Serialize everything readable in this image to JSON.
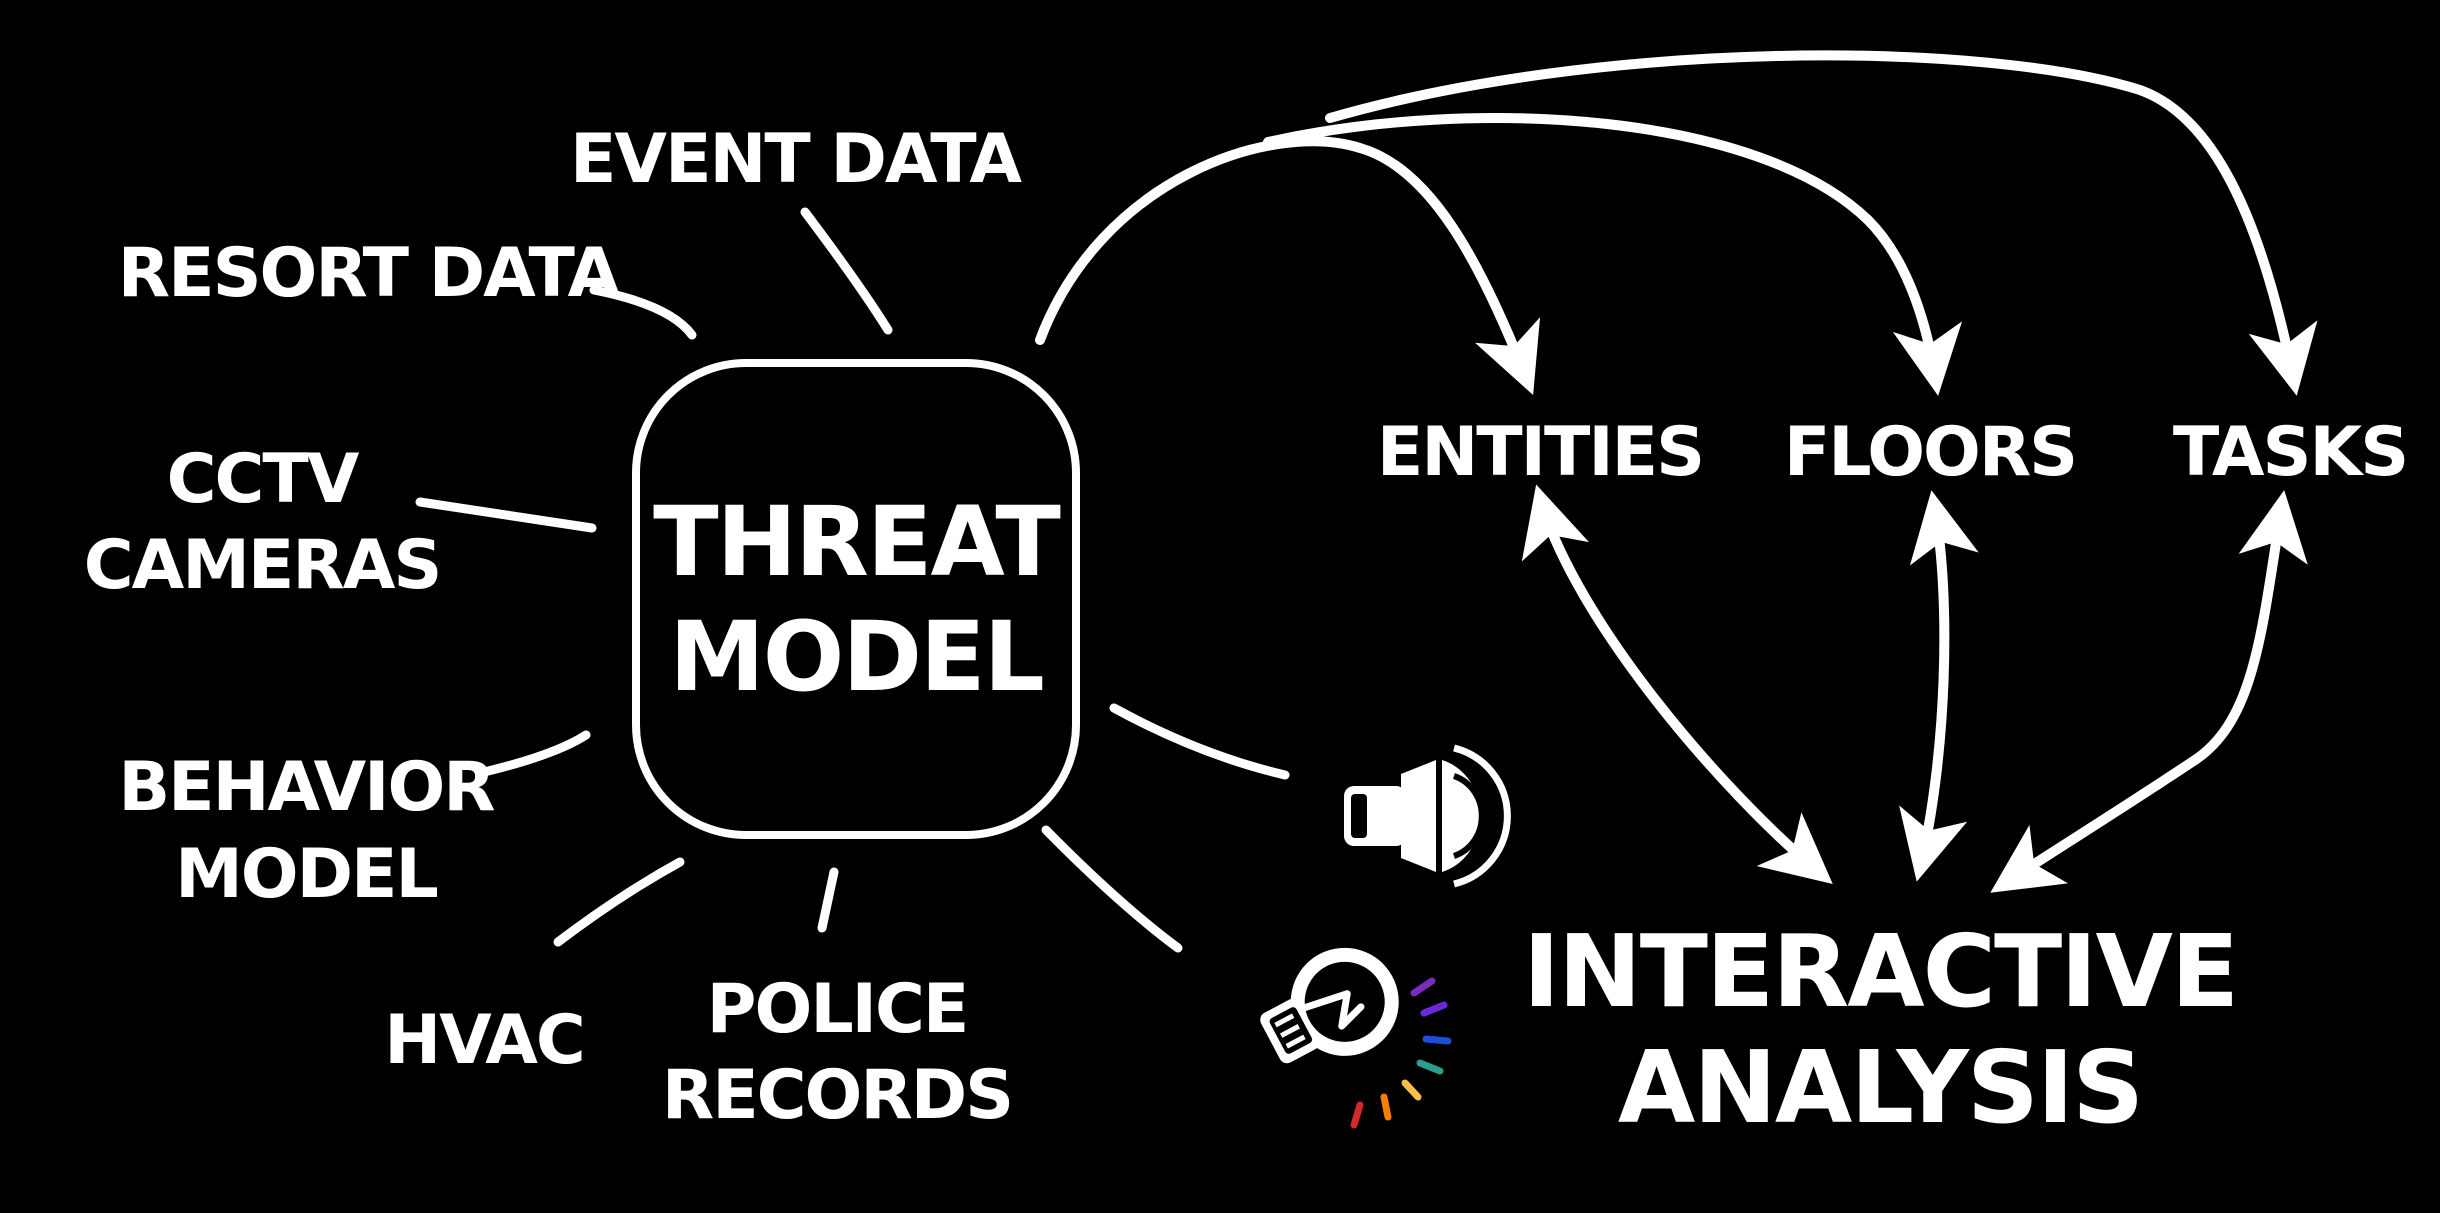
{
  "center": {
    "line1": "THREAT",
    "line2": "MODEL"
  },
  "inputs": {
    "event_data": "EVENT DATA",
    "resort_data": "RESORT DATA",
    "cctv_line1": "CCTV",
    "cctv_line2": "CAMERAS",
    "behavior_line1": "BEHAVIOR",
    "behavior_line2": "MODEL",
    "hvac": "HVAC",
    "police_line1": "POLICE",
    "police_line2": "RECORDS"
  },
  "outputs": {
    "entities": "ENTITIES",
    "floors": "FLOORS",
    "tasks": "TASKS"
  },
  "analysis": {
    "line1": "INTERACTIVE",
    "line2": "ANALYSIS"
  },
  "icons": [
    "speaker-icon",
    "lightbulb-icon"
  ],
  "colors": {
    "background": "#000000",
    "foreground": "#ffffff",
    "bulb_rays": [
      "#d62828",
      "#f77f00",
      "#fcbf49",
      "#2a9d8f",
      "#1d4ed8",
      "#6d28d9",
      "#7b2cbf"
    ]
  }
}
